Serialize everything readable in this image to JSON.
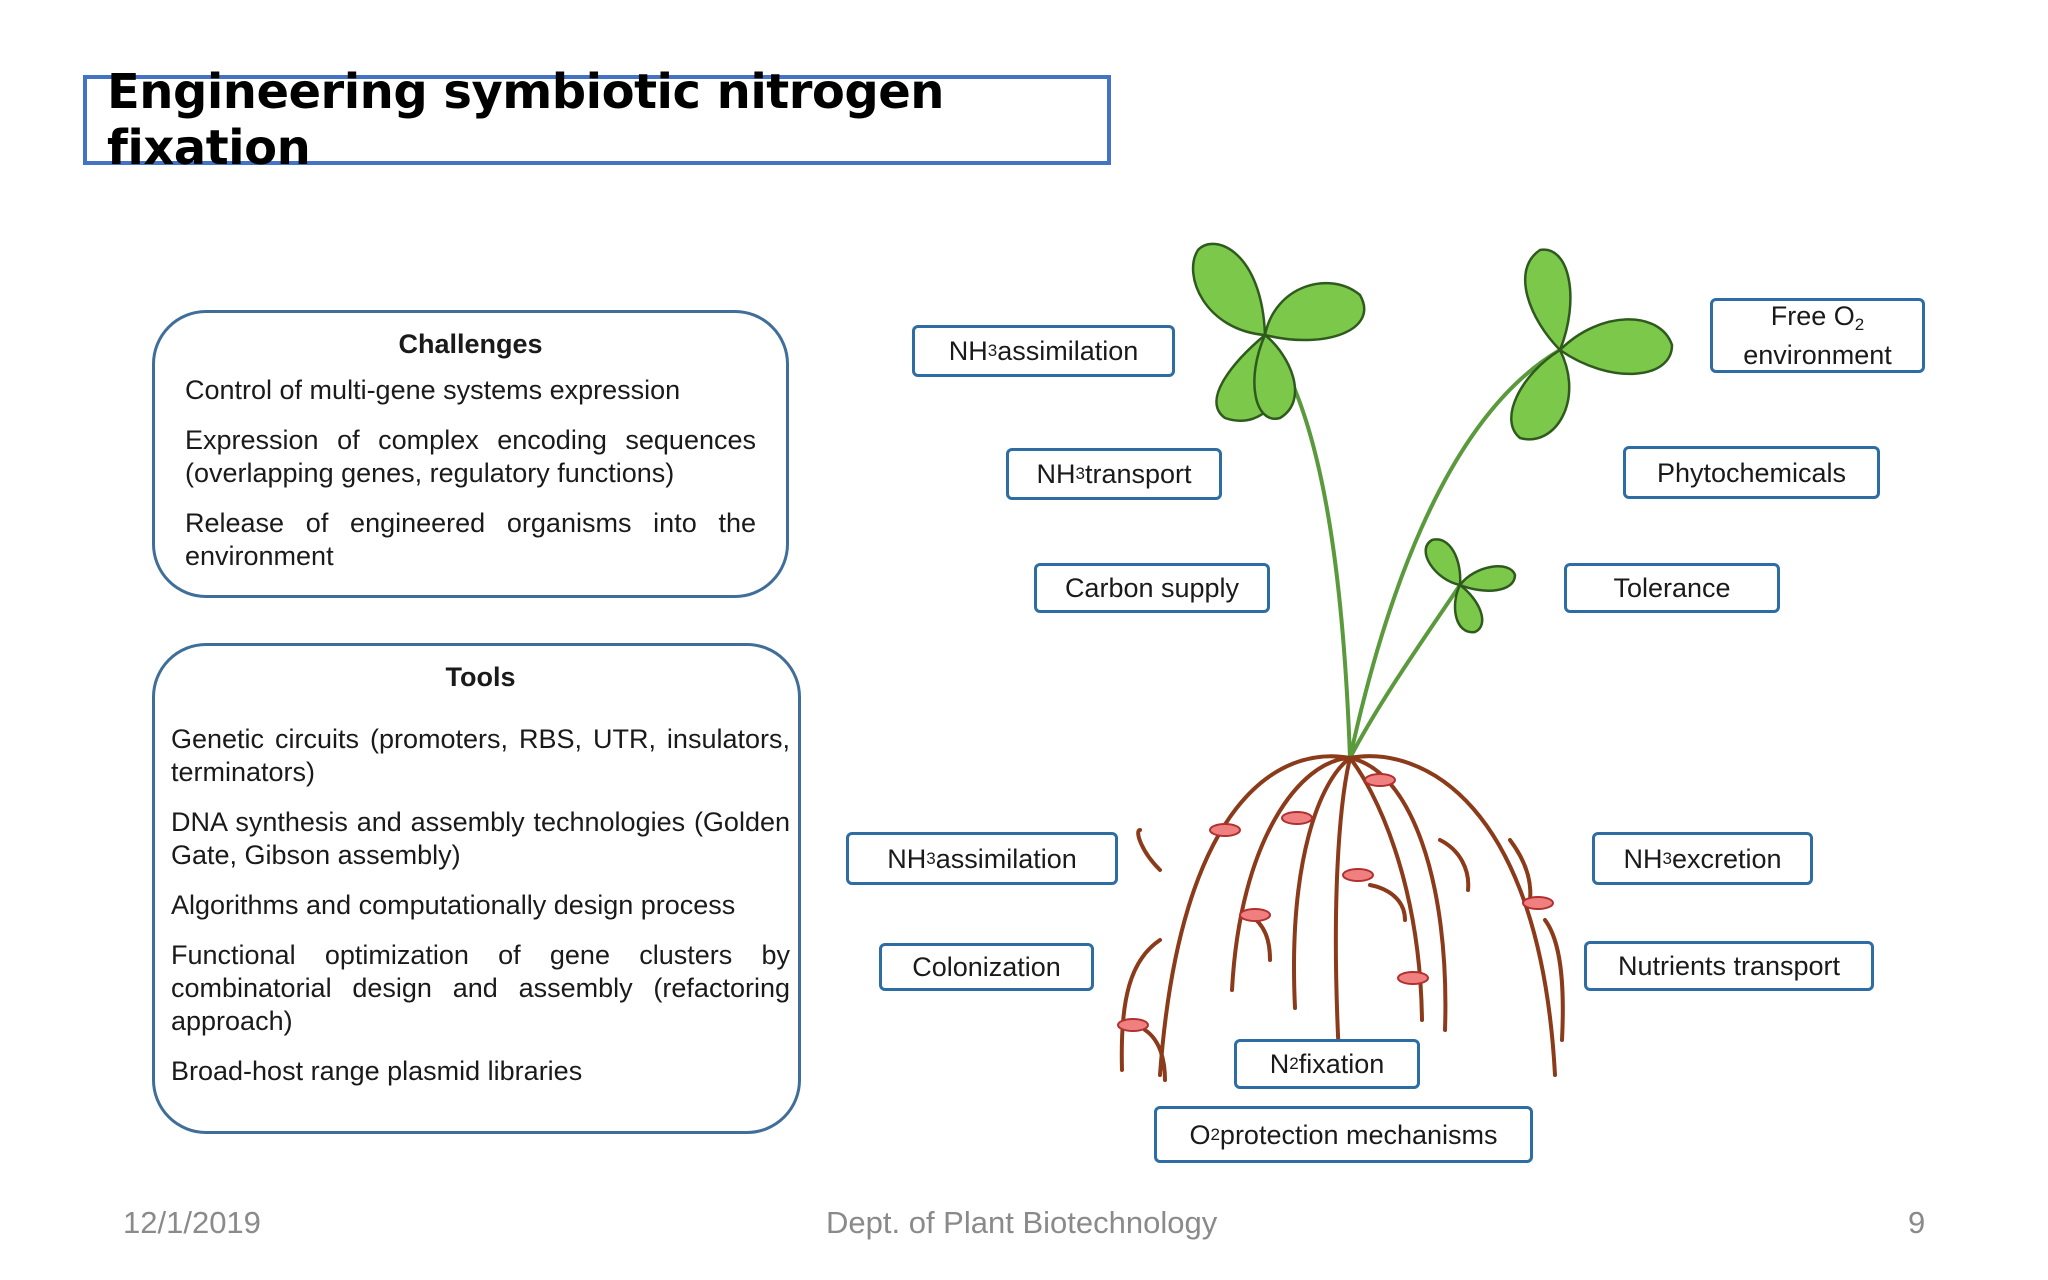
{
  "slide": {
    "title": "Engineering symbiotic nitrogen fixation"
  },
  "challenges": {
    "title": "Challenges",
    "items": [
      "Control of multi-gene systems expression",
      "Expression of complex encoding sequences (overlapping genes,  regulatory functions)",
      "Release of engineered organisms into the environment"
    ]
  },
  "tools": {
    "title": "Tools",
    "items": [
      "Genetic circuits (promoters, RBS, UTR, insulators, terminators)",
      "DNA synthesis and assembly technologies (Golden Gate, Gibson assembly)",
      "Algorithms and computationally design process",
      "Functional optimization of gene clusters by combinatorial design and assembly (refactoring approach)",
      "Broad-host range plasmid libraries"
    ]
  },
  "plant_labels": {
    "nh3_assimilation_top": {
      "pre": "NH",
      "sub": "3",
      "post": " assimilation"
    },
    "nh3_transport": {
      "pre": "NH",
      "sub": "3",
      "post": " transport"
    },
    "carbon_supply": "Carbon supply",
    "free_o2_line1": {
      "pre": "Free O",
      "sub": "2",
      "post": ""
    },
    "free_o2_line2": "environment",
    "phytochemicals": "Phytochemicals",
    "tolerance": "Tolerance"
  },
  "root_labels": {
    "nh3_assimilation_bottom": {
      "pre": "NH",
      "sub": "3",
      "post": " assimilation"
    },
    "colonization": "Colonization",
    "nh3_excretion": {
      "pre": "NH",
      "sub": "3",
      "post": " excretion"
    },
    "nutrients_transport": "Nutrients transport",
    "n2_fixation": {
      "pre": "N",
      "sub": "2",
      "post": " fixation"
    },
    "o2_protection": {
      "pre": "O",
      "sub": "2",
      "post": " protection mechanisms"
    }
  },
  "footer": {
    "date": "12/1/2019",
    "department": "Dept. of Plant Biotechnology",
    "page": "9"
  },
  "colors": {
    "title_border": "#4472c4",
    "panel_border": "#3f6e9a",
    "label_border": "#2e6da4",
    "leaf_fill": "#7cc84a",
    "stem": "#5a9a3c",
    "root": "#8b3a1a",
    "nodule": "#f08080"
  }
}
